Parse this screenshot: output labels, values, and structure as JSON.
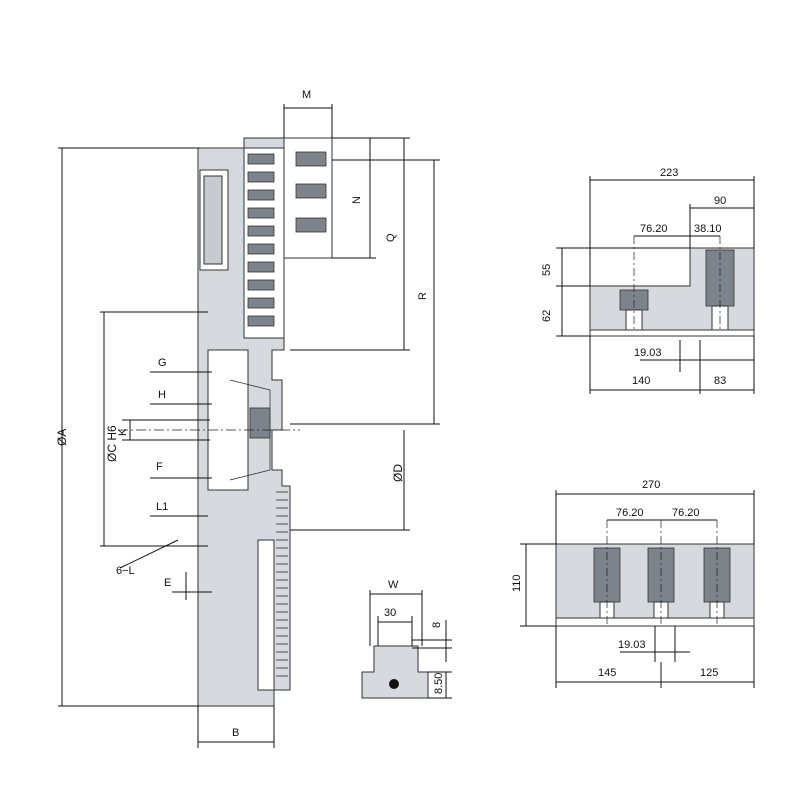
{
  "main_view": {
    "labels": {
      "M": "M",
      "N": "N",
      "Q": "Q",
      "R": "R",
      "G": "G",
      "H": "H",
      "K": "K",
      "F": "F",
      "L1": "L1",
      "six_l": "6−L",
      "E": "E",
      "B": "B",
      "phi_A": "ØA",
      "phi_C": "ØC H6",
      "phi_D": "ØD"
    }
  },
  "slot_detail": {
    "W": "W",
    "w30": "30",
    "h8": "8",
    "h850": "8.50"
  },
  "top_right_view": {
    "d223": "223",
    "d90": "90",
    "d7620": "76.20",
    "d3810": "38.10",
    "d55": "55",
    "d62": "62",
    "d1903": "19.03",
    "d140": "140",
    "d83": "83"
  },
  "bottom_right_view": {
    "d270": "270",
    "d7620a": "76.20",
    "d7620b": "76.20",
    "d110": "110",
    "d1903": "19.03",
    "d145": "145",
    "d125": "125"
  }
}
